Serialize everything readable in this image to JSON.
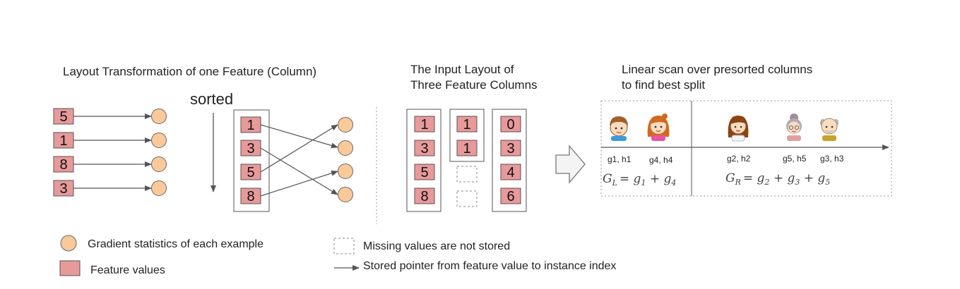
{
  "panel1": {
    "title": "Layout Transformation of one Feature (Column)",
    "sorted_label": "sorted",
    "left_values": [
      "5",
      "1",
      "8",
      "3"
    ],
    "sorted_values": [
      "1",
      "3",
      "5",
      "8"
    ]
  },
  "panel2": {
    "title_line1": "The Input Layout of",
    "title_line2": "Three Feature Columns",
    "col1": [
      "1",
      "3",
      "5",
      "8"
    ],
    "col2": [
      "1",
      "1"
    ],
    "col3": [
      "0",
      "3",
      "4",
      "6"
    ]
  },
  "panel3": {
    "title_line1": "Linear scan over presorted columns",
    "title_line2": "to find best split",
    "labels": [
      "g1, h1",
      "g4, h4",
      "g2, h2",
      "g5, h5",
      "g3, h3"
    ],
    "formula_left": {
      "lhs": "G",
      "lhs_sub": "L",
      "rhs": "= g",
      "s1": "1",
      "mid": " + g",
      "s2": "4"
    },
    "formula_right": {
      "lhs": "G",
      "lhs_sub": "R",
      "rhs": "= g",
      "s1": "2",
      "mid1": " + g",
      "s2": "3",
      "mid2": " + g",
      "s3": "5"
    }
  },
  "legend": {
    "gradient": "Gradient statistics of each example",
    "feature": "Feature values",
    "missing": "Missing values are not stored",
    "pointer": "Stored pointer from feature value to instance index"
  },
  "colors": {
    "feature_fill": "#e8999a",
    "gradient_fill": "#f9c99a",
    "stroke": "#555555"
  }
}
